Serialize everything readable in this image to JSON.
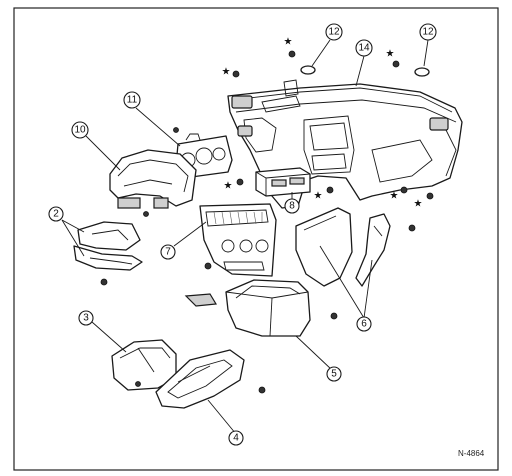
{
  "diagram": {
    "reference_code": "N-4864",
    "callouts": [
      {
        "id": "c2",
        "label": "2"
      },
      {
        "id": "c3",
        "label": "3"
      },
      {
        "id": "c4",
        "label": "4"
      },
      {
        "id": "c5",
        "label": "5"
      },
      {
        "id": "c6",
        "label": "6"
      },
      {
        "id": "c7",
        "label": "7"
      },
      {
        "id": "c8",
        "label": "8"
      },
      {
        "id": "c10",
        "label": "10"
      },
      {
        "id": "c11",
        "label": "11"
      },
      {
        "id": "c12a",
        "label": "12"
      },
      {
        "id": "c12b",
        "label": "12"
      },
      {
        "id": "c14",
        "label": "14"
      }
    ],
    "star_symbol": "★"
  }
}
